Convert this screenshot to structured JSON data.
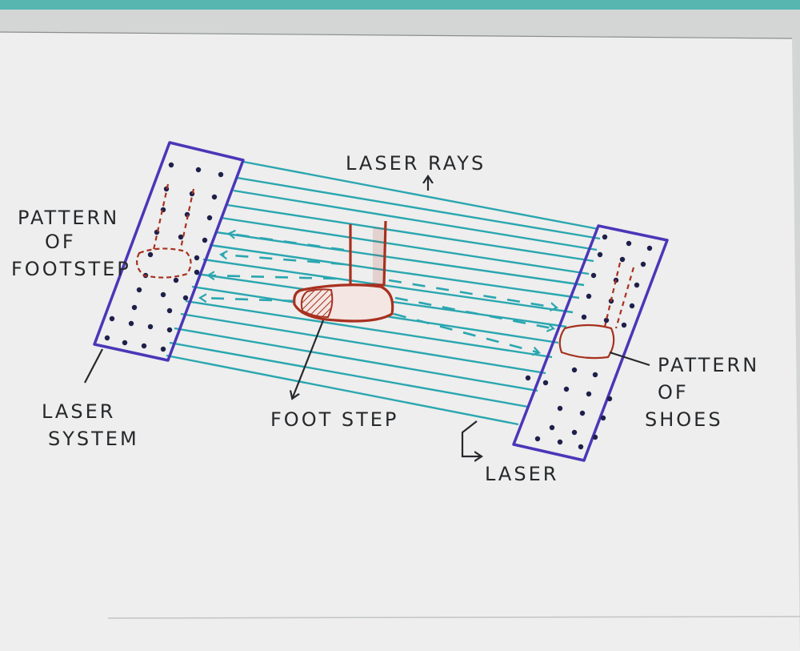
{
  "labels": {
    "laser_rays": "LASER RAYS",
    "pattern_of_footstep": [
      "PATTERN",
      "OF",
      "FOOTSTEP"
    ],
    "pattern_of_shoes": [
      "PATTERN",
      "OF",
      "SHOES"
    ],
    "laser_system": [
      "LASER",
      "SYSTEM"
    ],
    "foot_step": "FOOT STEP",
    "laser": "LASER"
  },
  "colors": {
    "paper": "#edeeed",
    "laser_box": "#4a36b8",
    "laser_ray": "#2aa6b0",
    "foot": "#a8301f",
    "dot": "#1e1f4a",
    "ink": "#26282b"
  }
}
